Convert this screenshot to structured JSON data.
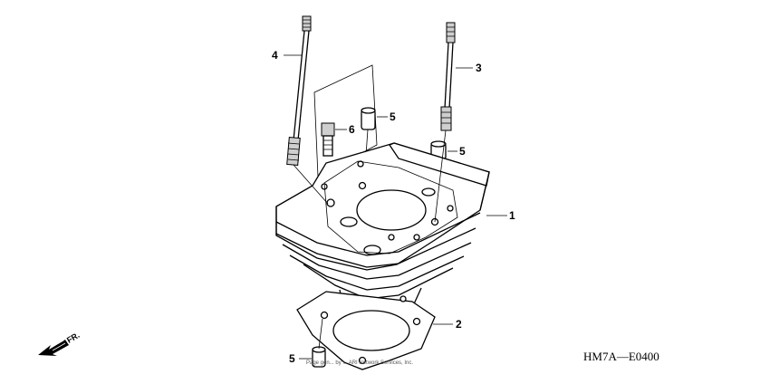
{
  "callouts": {
    "c1": "1",
    "c2": "2",
    "c3": "3",
    "c4": "4",
    "c5a": "5",
    "c5b": "5",
    "c5c": "5",
    "c6": "6"
  },
  "diagram_code": "HM7A—E0400",
  "front_label": "FR.",
  "credit_text": "Page gen... by ... ARI Network Services, Inc."
}
